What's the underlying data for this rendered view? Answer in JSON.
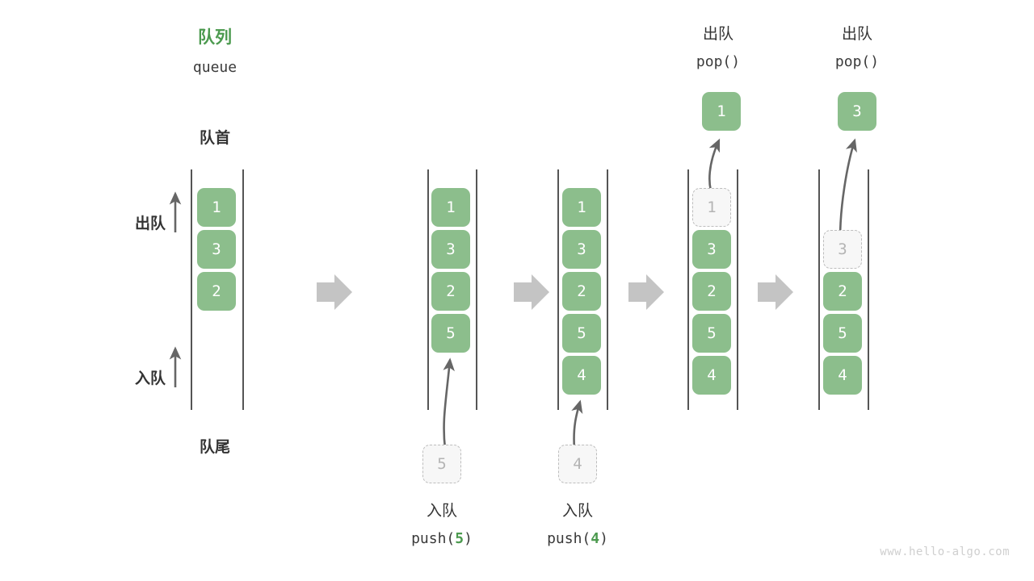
{
  "meta": {
    "title_cn": "队列",
    "title_en": "queue",
    "watermark": "www.hello-algo.com",
    "colors": {
      "box_fill": "#8cbe8c",
      "box_text": "#ffffff",
      "accent_green": "#4c9a4f",
      "ghost_fill": "#f7f7f7",
      "ghost_border": "#bdbdbd",
      "ghost_text": "#b4b4b4",
      "rail": "#555555",
      "arrow_gray": "#666666",
      "flow_arrow": "#c4c4c4",
      "text": "#333333",
      "watermark": "#cfcfcf"
    }
  },
  "legend": {
    "front_label": "队首",
    "rear_label": "队尾",
    "dequeue_label": "出队",
    "enqueue_label": "入队"
  },
  "stages": [
    {
      "id": "stage-1-initial",
      "items": [
        "1",
        "3",
        "2"
      ],
      "ghost_top": null,
      "ghost_bottom": null,
      "popped": null,
      "caption_cn": null,
      "caption_code_prefix": null,
      "caption_code_arg": null,
      "caption_code_suffix": null,
      "top_label_cn": null,
      "top_label_code": null
    },
    {
      "id": "stage-2-push-5",
      "items": [
        "1",
        "3",
        "2",
        "5"
      ],
      "ghost_top": null,
      "ghost_bottom": "5",
      "popped": null,
      "caption_cn": "入队",
      "caption_code_prefix": "push(",
      "caption_code_arg": "5",
      "caption_code_suffix": ")",
      "top_label_cn": null,
      "top_label_code": null
    },
    {
      "id": "stage-3-push-4",
      "items": [
        "1",
        "3",
        "2",
        "5",
        "4"
      ],
      "ghost_top": null,
      "ghost_bottom": "4",
      "popped": null,
      "caption_cn": "入队",
      "caption_code_prefix": "push(",
      "caption_code_arg": "4",
      "caption_code_suffix": ")",
      "top_label_cn": null,
      "top_label_code": null
    },
    {
      "id": "stage-4-pop-1",
      "items": [
        "3",
        "2",
        "5",
        "4"
      ],
      "ghost_top": "1",
      "ghost_bottom": null,
      "popped": "1",
      "caption_cn": null,
      "caption_code_prefix": null,
      "caption_code_arg": null,
      "caption_code_suffix": null,
      "top_label_cn": "出队",
      "top_label_code": "pop()"
    },
    {
      "id": "stage-5-pop-3",
      "items": [
        "2",
        "5",
        "4"
      ],
      "ghost_top": "3",
      "ghost_bottom": null,
      "popped": "3",
      "caption_cn": null,
      "caption_code_prefix": null,
      "caption_code_arg": null,
      "caption_code_suffix": null,
      "top_label_cn": "出队",
      "top_label_code": "pop()"
    }
  ],
  "flow_arrows": 4
}
